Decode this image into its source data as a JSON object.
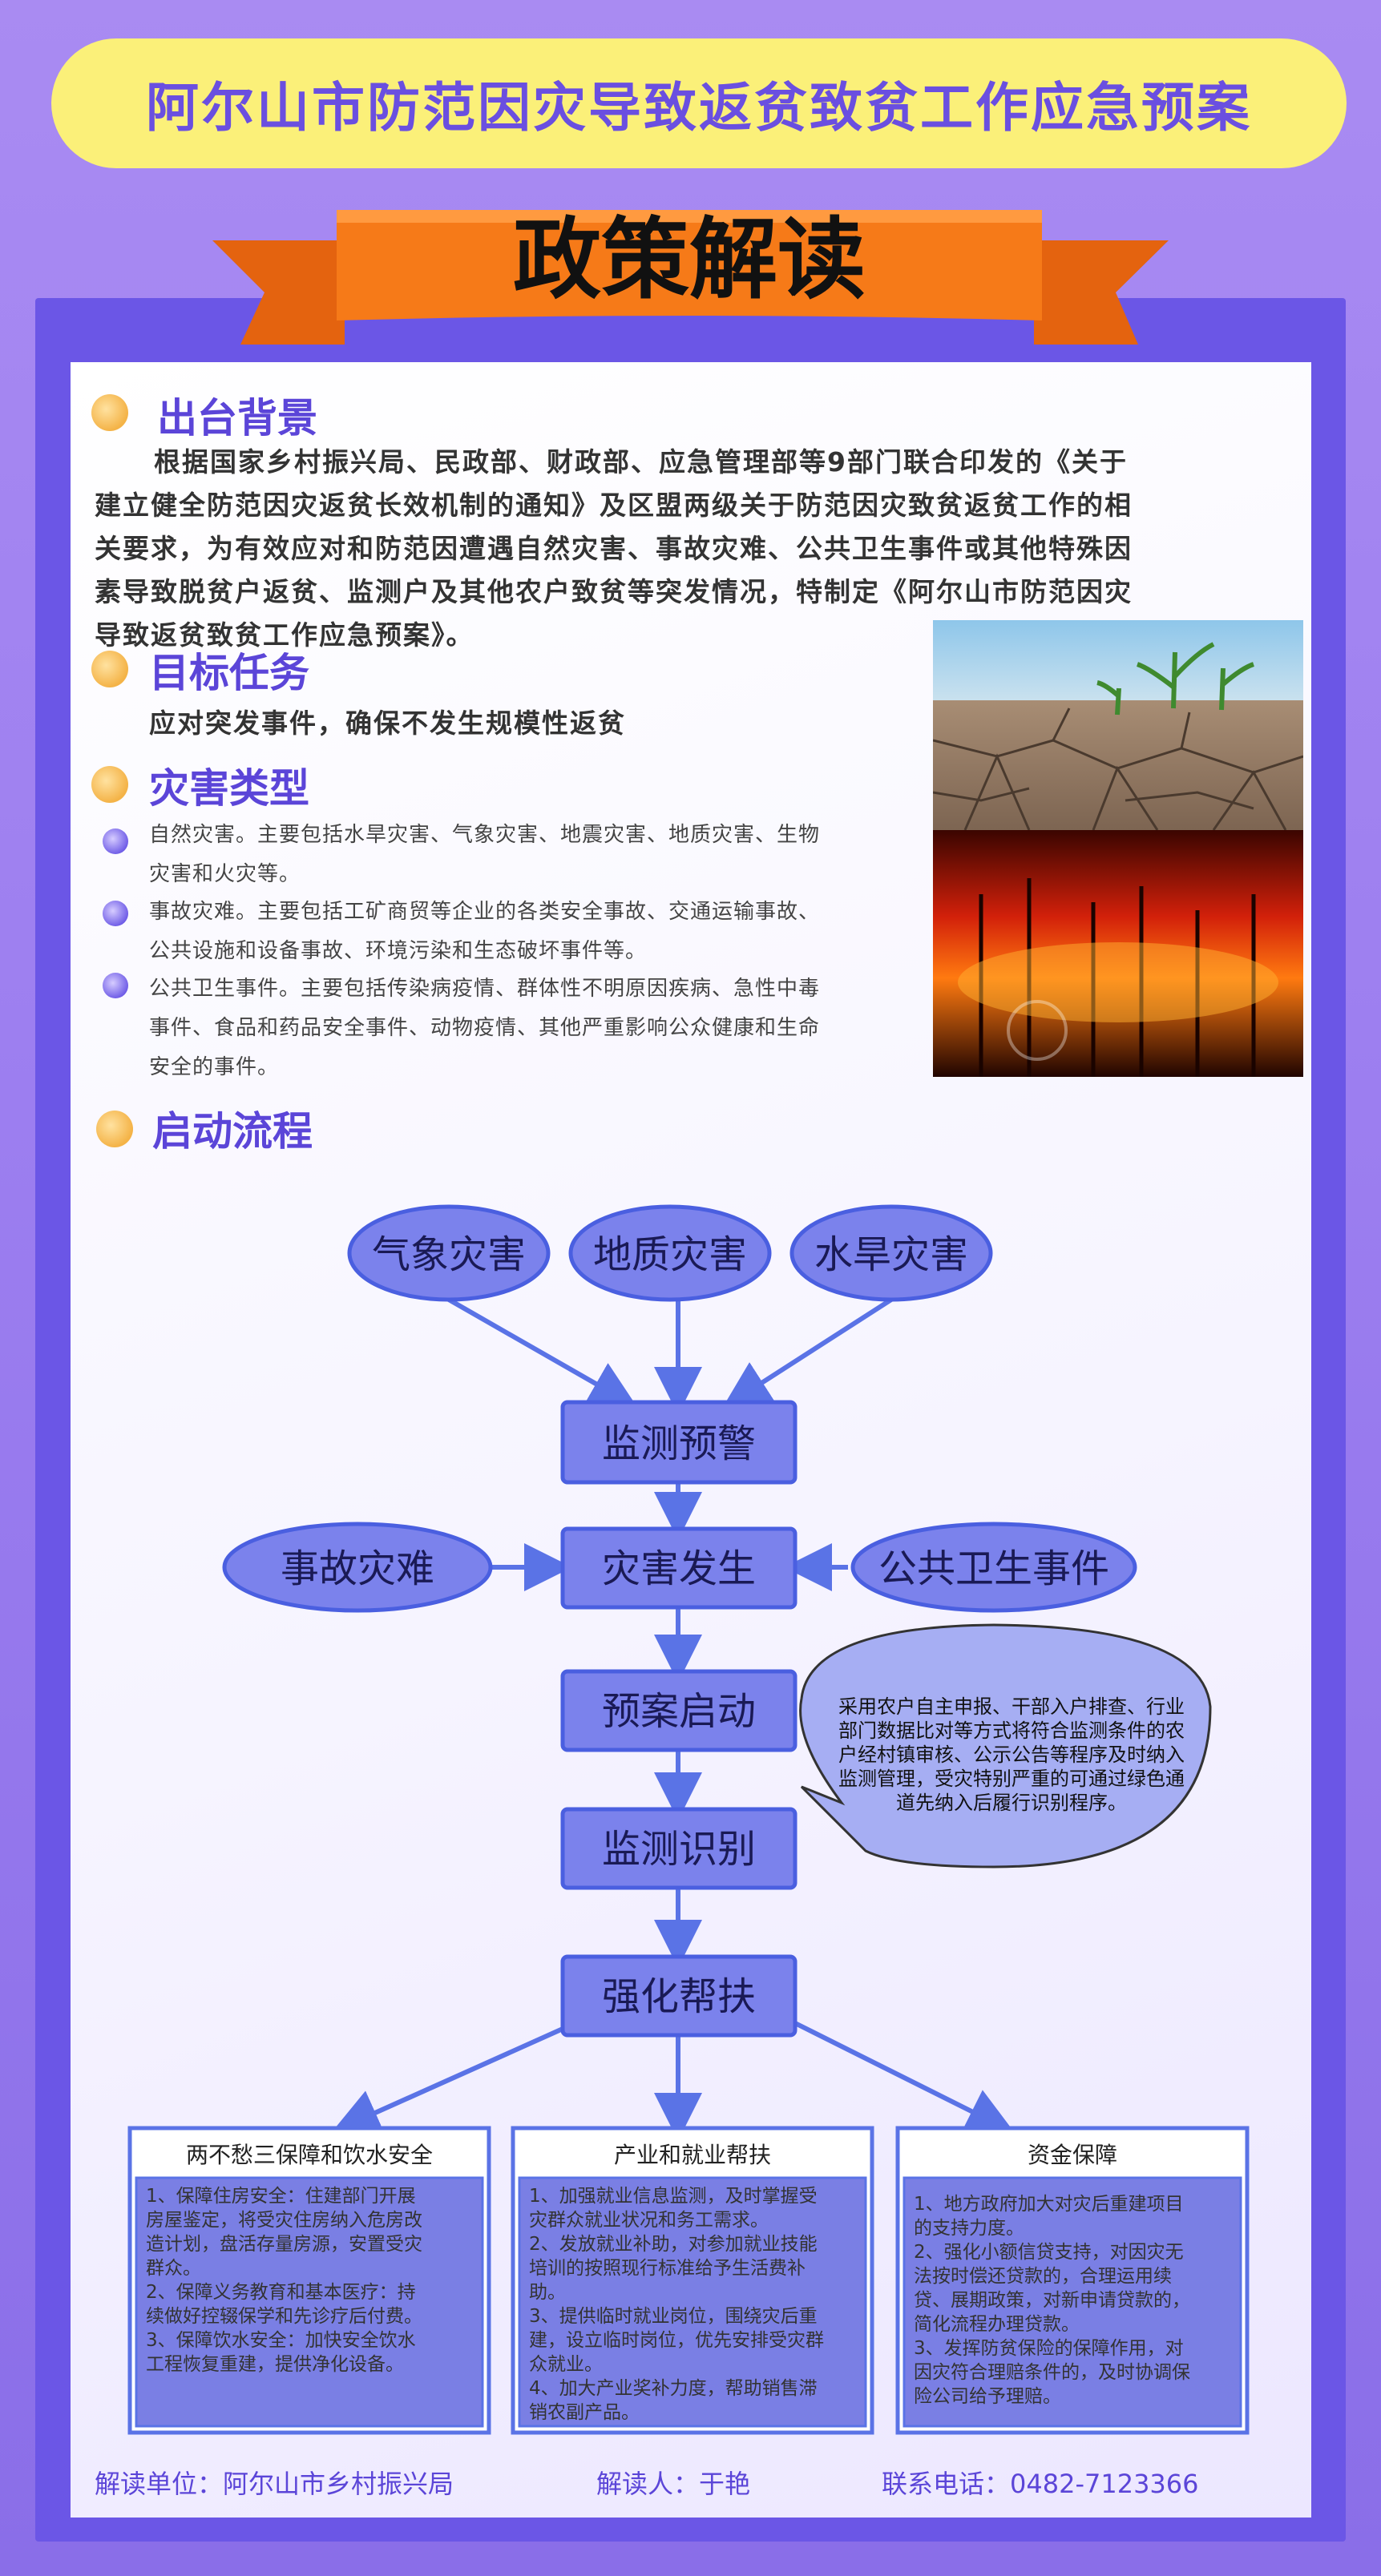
{
  "header": {
    "title": "阿尔山市防范因灾导致返贫致贫工作应急预案"
  },
  "banner": {
    "label": "政策解读"
  },
  "section1": {
    "heading": "出台背景",
    "lines": [
      "根据国家乡村振兴局、民政部、财政部、应急管理部等9部门联合印发的《关于",
      "建立健全防范因灾返贫长效机制的通知》及区盟两级关于防范因灾致贫返贫工作的相",
      "关要求，为有效应对和防范因遭遇自然灾害、事故灾难、公共卫生事件或其他特殊因",
      "素导致脱贫户返贫、监测户及其他农户致贫等突发情况，特制定《阿尔山市防范因灾",
      "导致返贫致贫工作应急预案》。"
    ]
  },
  "section2": {
    "heading": "目标任务",
    "text": "应对突发事件，确保不发生规模性返贫"
  },
  "section3": {
    "heading": "灾害类型",
    "items": [
      {
        "line1": "自然灾害。主要包括水旱灾害、气象灾害、地震灾害、地质灾害、生物",
        "line2": "灾害和火灾等。",
        "line3": ""
      },
      {
        "line1": "事故灾难。主要包括工矿商贸等企业的各类安全事故、交通运输事故、",
        "line2": "公共设施和设备事故、环境污染和生态破坏事件等。",
        "line3": ""
      },
      {
        "line1": "公共卫生事件。主要包括传染病疫情、群体性不明原因疾病、急性中毒",
        "line2": "事件、食品和药品安全事件、动物疫情、其他严重影响公众健康和生命",
        "line3": "安全的事件。"
      }
    ]
  },
  "section4": {
    "heading": "启动流程"
  },
  "flow": {
    "top": [
      "气象灾害",
      "地质灾害",
      "水旱灾害"
    ],
    "steps": [
      "监测预警",
      "灾害发生",
      "预案启动",
      "监测识别",
      "强化帮扶"
    ],
    "left": "事故灾难",
    "right": "公共卫生事件",
    "bubble": [
      "采用农户自主申报、干部入户排查、行业",
      "部门数据比对等方式将符合监测条件的农",
      "户经村镇审核、公示公告等程序及时纳入",
      "监测管理，受灾特别严重的可通过绿色通",
      "道先纳入后履行识别程序。"
    ]
  },
  "boxes": [
    {
      "title": "两不愁三保障和饮水安全",
      "lines": [
        "1、保障住房安全：住建部门开展",
        "房屋鉴定，将受灾住房纳入危房改",
        "造计划，盘活存量房源，安置受灾",
        "群众。",
        "2、保障义务教育和基本医疗：持",
        "续做好控辍保学和先诊疗后付费。",
        "3、保障饮水安全：加快安全饮水",
        "工程恢复重建，提供净化设备。"
      ]
    },
    {
      "title": "产业和就业帮扶",
      "lines": [
        "1、加强就业信息监测，及时掌握受",
        "灾群众就业状况和务工需求。",
        "2、发放就业补助，对参加就业技能",
        "培训的按照现行标准给予生活费补",
        "助。",
        "3、提供临时就业岗位，围绕灾后重",
        "建，设立临时岗位，优先安排受灾群",
        "众就业。",
        "4、加大产业奖补力度，帮助销售滞",
        "销农副产品。"
      ]
    },
    {
      "title": "资金保障",
      "lines": [
        "1、地方政府加大对灾后重建项目",
        "的支持力度。",
        "2、强化小额信贷支持，对因灾无",
        "法按时偿还贷款的，合理运用续",
        "贷、展期政策，对新申请贷款的，",
        "简化流程办理贷款。",
        "3、发挥防贫保险的保障作用，对",
        "因灾符合理赔条件的，及时协调保",
        "险公司给予理赔。"
      ]
    }
  ],
  "footer": {
    "unit": "解读单位：阿尔山市乡村振兴局",
    "person": "解读人：于艳",
    "phone": "联系电话：0482-7123366"
  },
  "colors": {
    "accent": "#5b45d8",
    "node_fill": "#7b82ec",
    "node_stroke": "#4a5fe0",
    "ribbon": "#f67a18",
    "pill": "#fbf079"
  }
}
